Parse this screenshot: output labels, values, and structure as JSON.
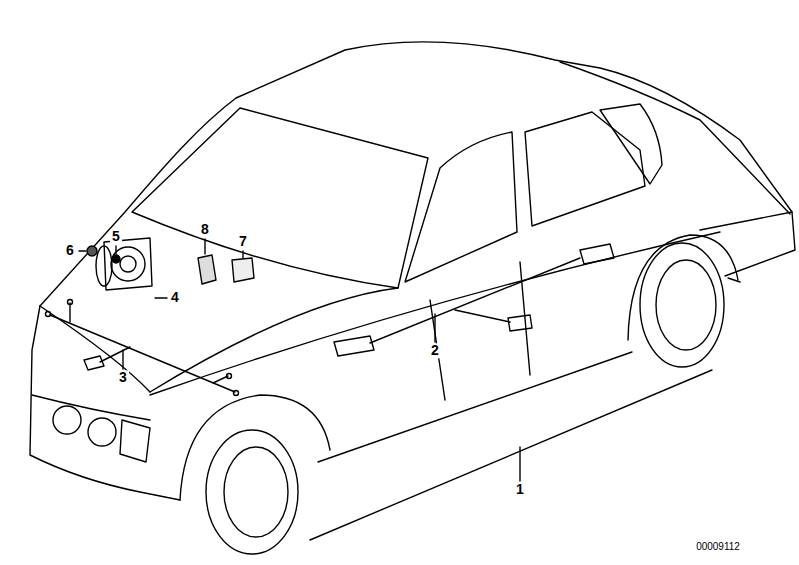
{
  "diagram": {
    "labels": [
      "8",
      "7",
      "6",
      "5",
      "4",
      "2",
      "3",
      "1",
      "00009112"
    ]
  }
}
